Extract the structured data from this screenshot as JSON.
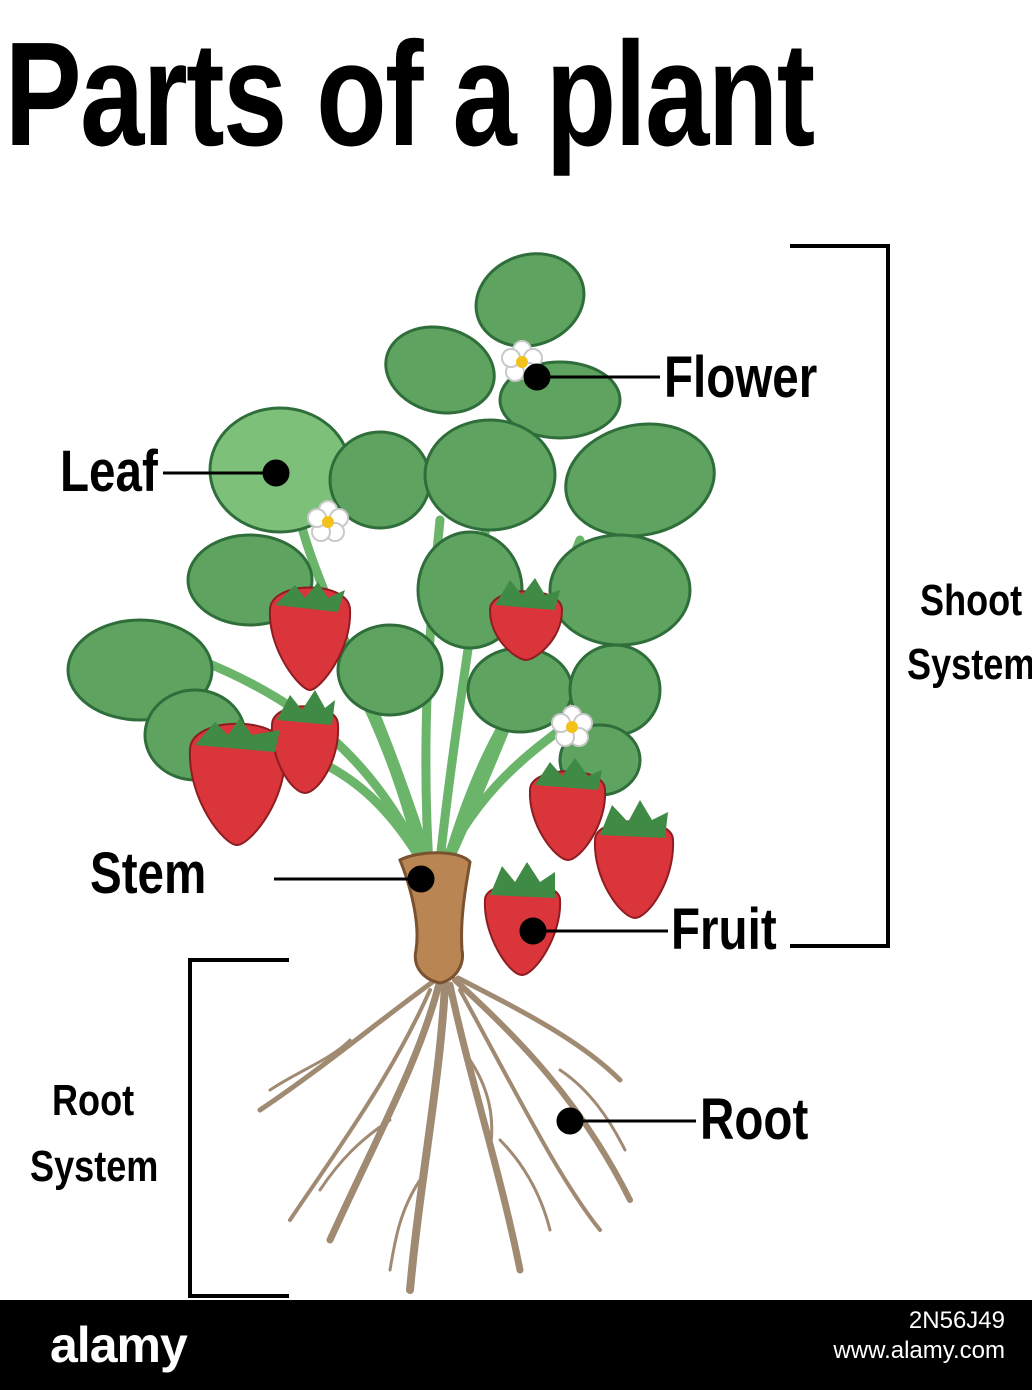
{
  "title": "Parts of a plant",
  "labels": {
    "flower": "Flower",
    "leaf": "Leaf",
    "stem": "Stem",
    "fruit": "Fruit",
    "root": "Root",
    "shoot_system_line1": "Shoot",
    "shoot_system_line2": "System",
    "root_system_line1": "Root",
    "root_system_line2": "System"
  },
  "footer": {
    "brand": "alamy",
    "image_id": "2N56J49",
    "site": "www.alamy.com"
  },
  "colors": {
    "leaf": "#4f9a57",
    "leaf_light": "#7cc07a",
    "stem": "#6bb56b",
    "fruit": "#d9353a",
    "root": "#a08a72",
    "crown": "#b98552"
  }
}
